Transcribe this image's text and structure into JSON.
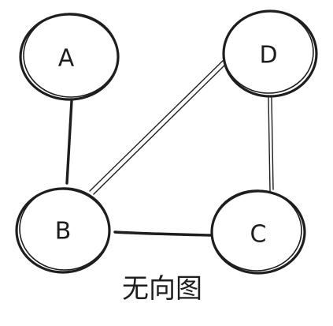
{
  "diagram": {
    "type": "undirected-graph",
    "caption": "无向图",
    "stroke_color": "#1e1e1e",
    "background_color": "#ffffff",
    "nodes": [
      {
        "id": "A",
        "label": "A"
      },
      {
        "id": "B",
        "label": "B"
      },
      {
        "id": "C",
        "label": "C"
      },
      {
        "id": "D",
        "label": "D"
      }
    ],
    "edges": [
      {
        "from": "A",
        "to": "B"
      },
      {
        "from": "B",
        "to": "C"
      },
      {
        "from": "B",
        "to": "D"
      },
      {
        "from": "D",
        "to": "C"
      }
    ]
  }
}
